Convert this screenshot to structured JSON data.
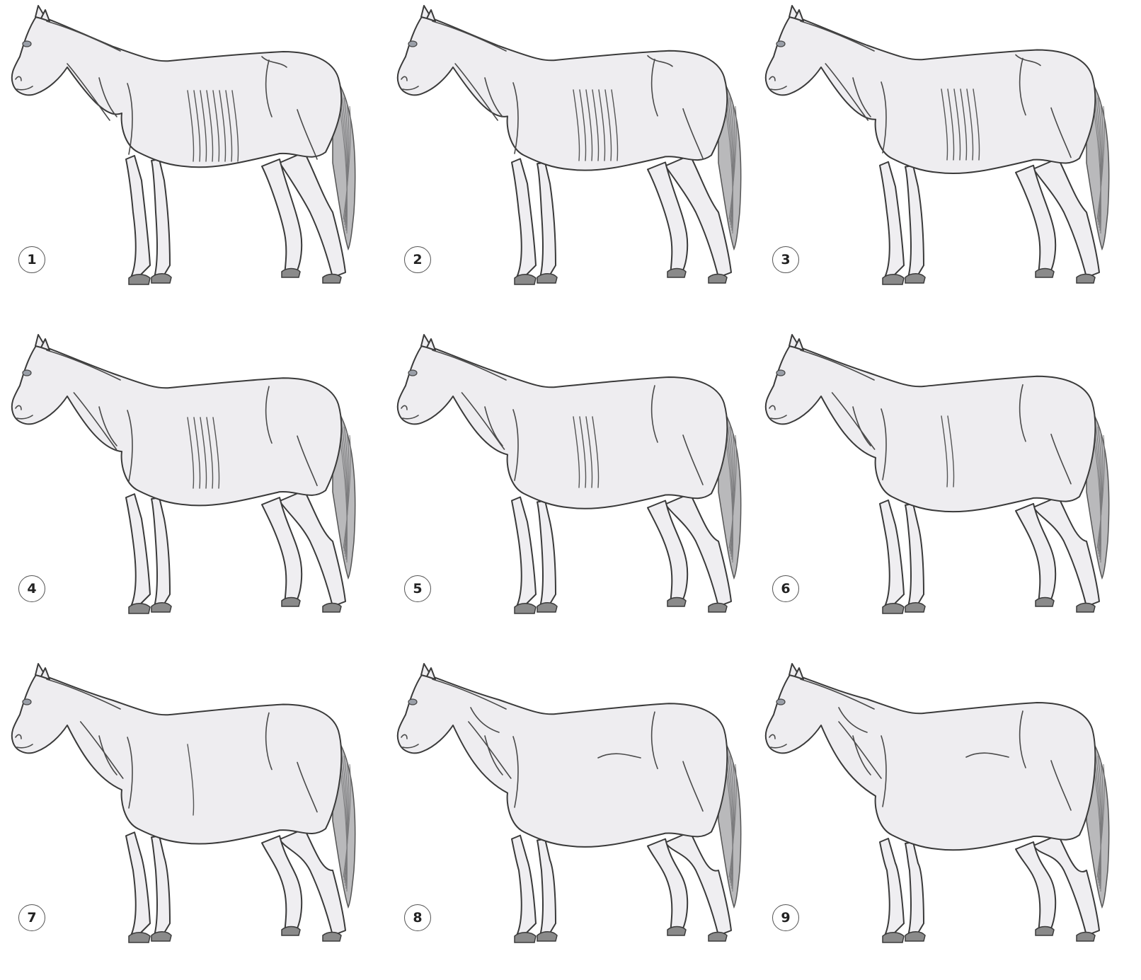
{
  "figure": {
    "panels": [
      {
        "label": "1",
        "condition": 1
      },
      {
        "label": "2",
        "condition": 2
      },
      {
        "label": "3",
        "condition": 3
      },
      {
        "label": "4",
        "condition": 4
      },
      {
        "label": "5",
        "condition": 5
      },
      {
        "label": "6",
        "condition": 6
      },
      {
        "label": "7",
        "condition": 7
      },
      {
        "label": "8",
        "condition": 8
      },
      {
        "label": "9",
        "condition": 9
      }
    ]
  }
}
